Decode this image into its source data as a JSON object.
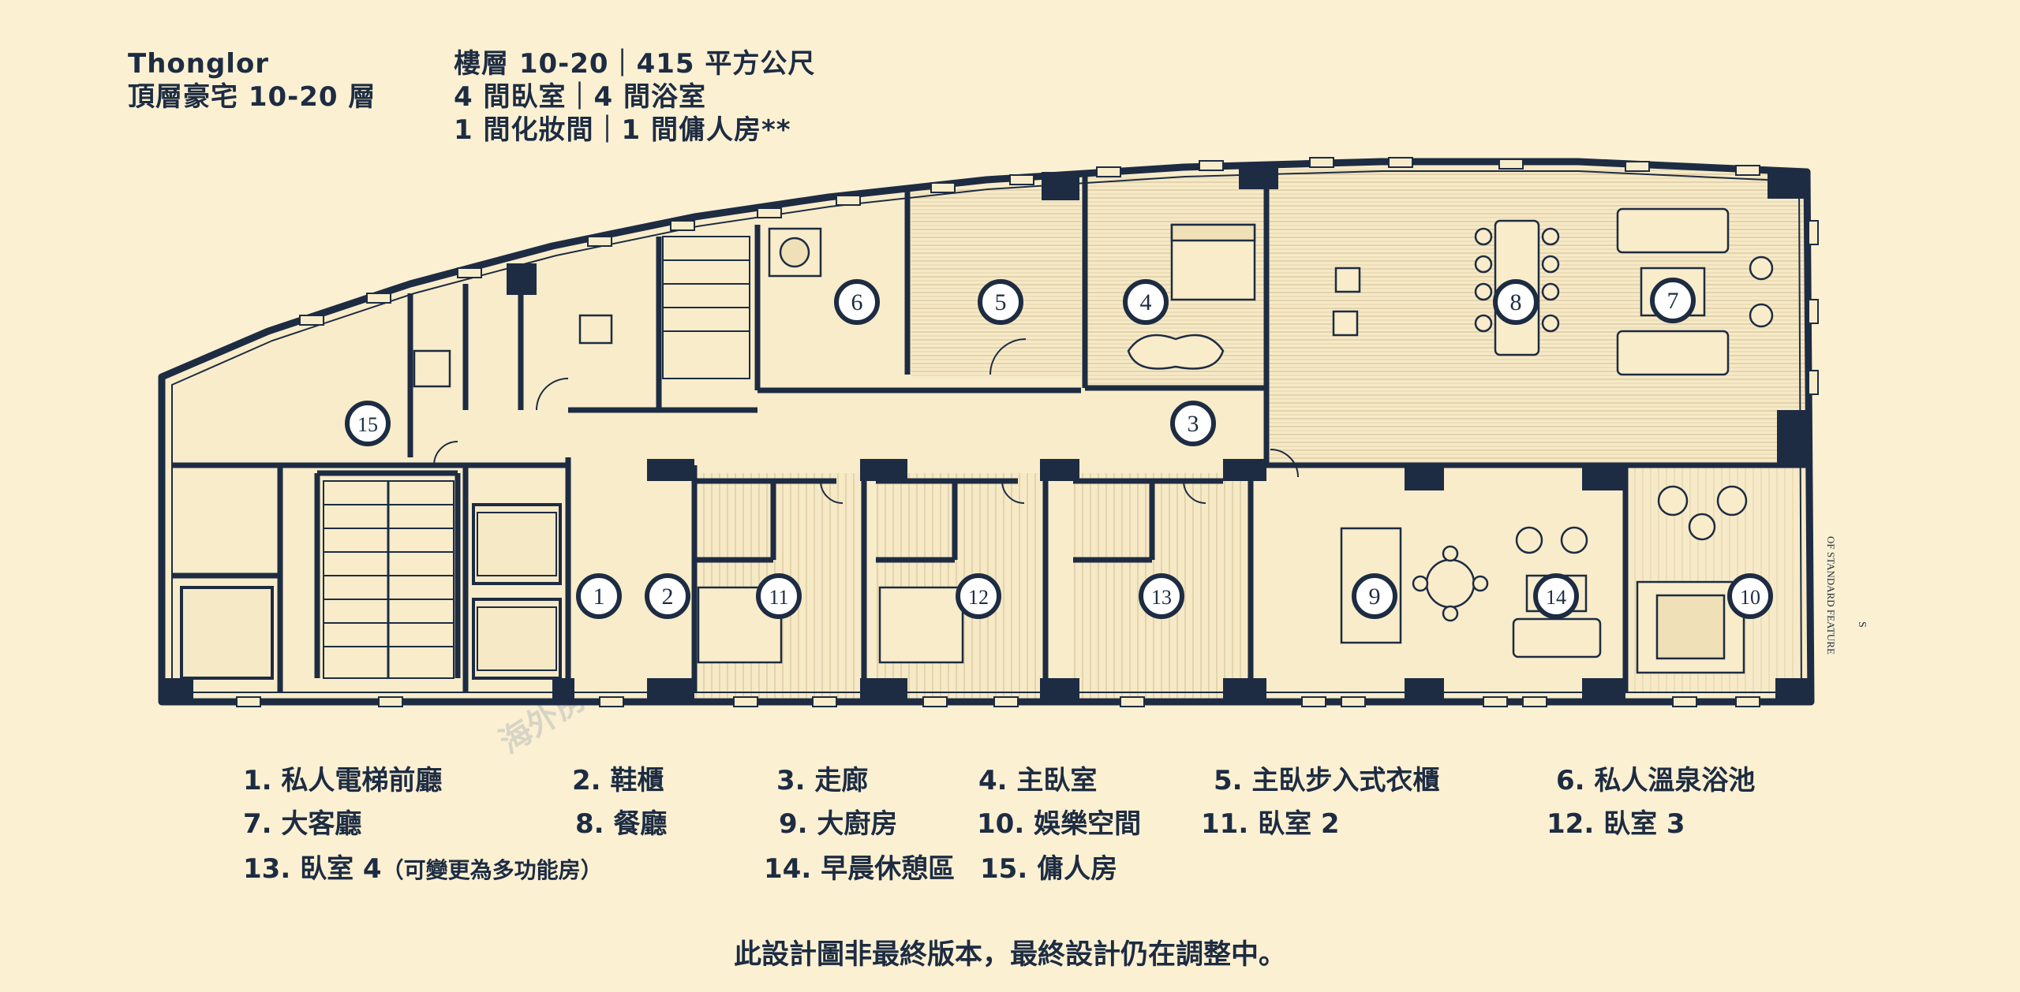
{
  "header": {
    "project": "Thonglor",
    "subtitle": "頂層豪宅 10-20 層",
    "spec_line1": "樓層 10-20｜415 平方公尺",
    "spec_line2": "4 間臥室｜4 間浴室",
    "spec_line3": "1 間化妝間｜1 間傭人房**"
  },
  "markers": [
    "1",
    "2",
    "3",
    "4",
    "5",
    "6",
    "7",
    "8",
    "9",
    "10",
    "11",
    "12",
    "13",
    "14",
    "15"
  ],
  "side_text": "OF STANDARD FEATURE",
  "side_letter": "S",
  "watermark": "海外房地王",
  "legend": [
    {
      "text": "1. 私人電梯前廳"
    },
    {
      "text": "2. 鞋櫃"
    },
    {
      "text": "3. 走廊"
    },
    {
      "text": "4. 主臥室"
    },
    {
      "text": "5. 主臥步入式衣櫃"
    },
    {
      "text": "6. 私人溫泉浴池"
    },
    {
      "text": "7. 大客廳"
    },
    {
      "text": "8. 餐廳"
    },
    {
      "text": "9. 大廚房"
    },
    {
      "text": "10. 娛樂空間"
    },
    {
      "text": "11. 臥室 2"
    },
    {
      "text": "12. 臥室 3"
    },
    {
      "text": "13. 臥室 4"
    },
    {
      "text": "（可變更為多功能房）"
    },
    {
      "text": "14. 早晨休憩區"
    },
    {
      "text": "15. 傭人房"
    }
  ],
  "disclaimer": "此設計圖非最終版本，最終設計仍在調整中。",
  "colors": {
    "background": "#fbf0d2",
    "ink": "#1d2c42",
    "wall": "#1d2c42",
    "floor": "#f6e9c6",
    "marker_fill": "#ffffff"
  }
}
